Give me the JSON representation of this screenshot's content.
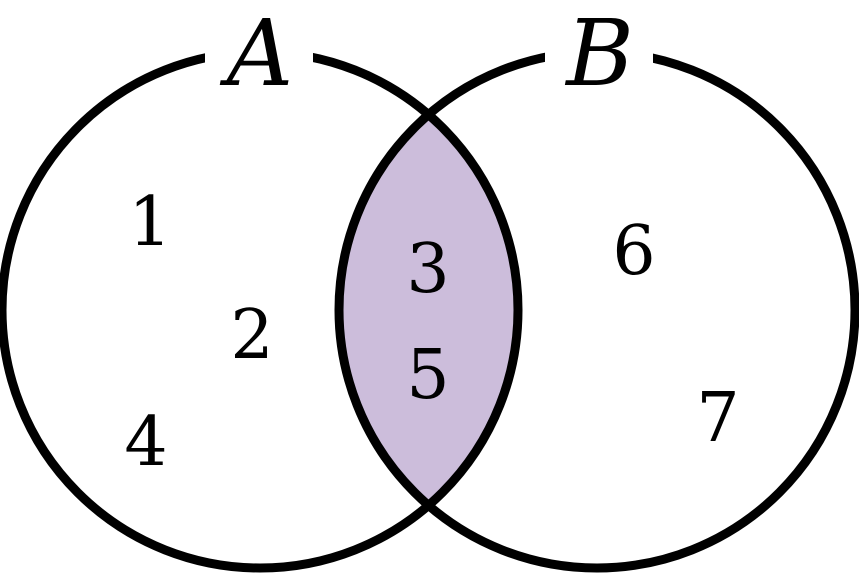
{
  "colors": {
    "outline": "#000000",
    "intersection_fill": "#ccbddb",
    "background": "#ffffff"
  },
  "sets": [
    {
      "label": "A"
    },
    {
      "label": "B"
    }
  ],
  "regions": {
    "only_a": [
      "1",
      "2",
      "4"
    ],
    "intersection": [
      "3",
      "5"
    ],
    "only_b": [
      "6",
      "7"
    ]
  }
}
